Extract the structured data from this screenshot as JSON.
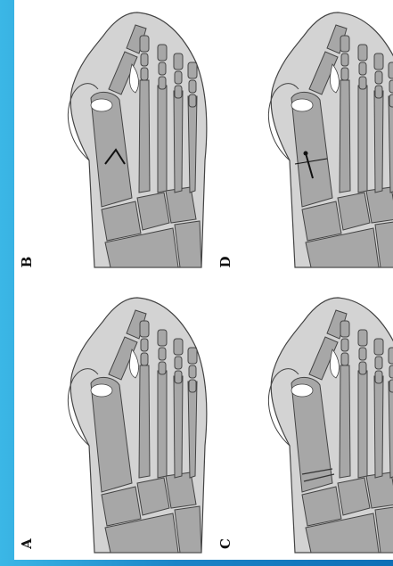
{
  "figure": {
    "panels": [
      {
        "id": "B",
        "label": "B",
        "osteotomy": "chevron"
      },
      {
        "id": "D",
        "label": "D",
        "osteotomy": "screw-fixation"
      },
      {
        "id": "A",
        "label": "A",
        "osteotomy": "none"
      },
      {
        "id": "C",
        "label": "C",
        "osteotomy": "proximal-wedge"
      }
    ],
    "colors": {
      "frame_left": "#3bb7e6",
      "frame_right": "#0e6fb6",
      "sheet": "#ffffff",
      "soft_tissue": "#d3d3d3",
      "bone": "#a7a7a7",
      "outline": "#444444",
      "label": "#111111"
    }
  }
}
